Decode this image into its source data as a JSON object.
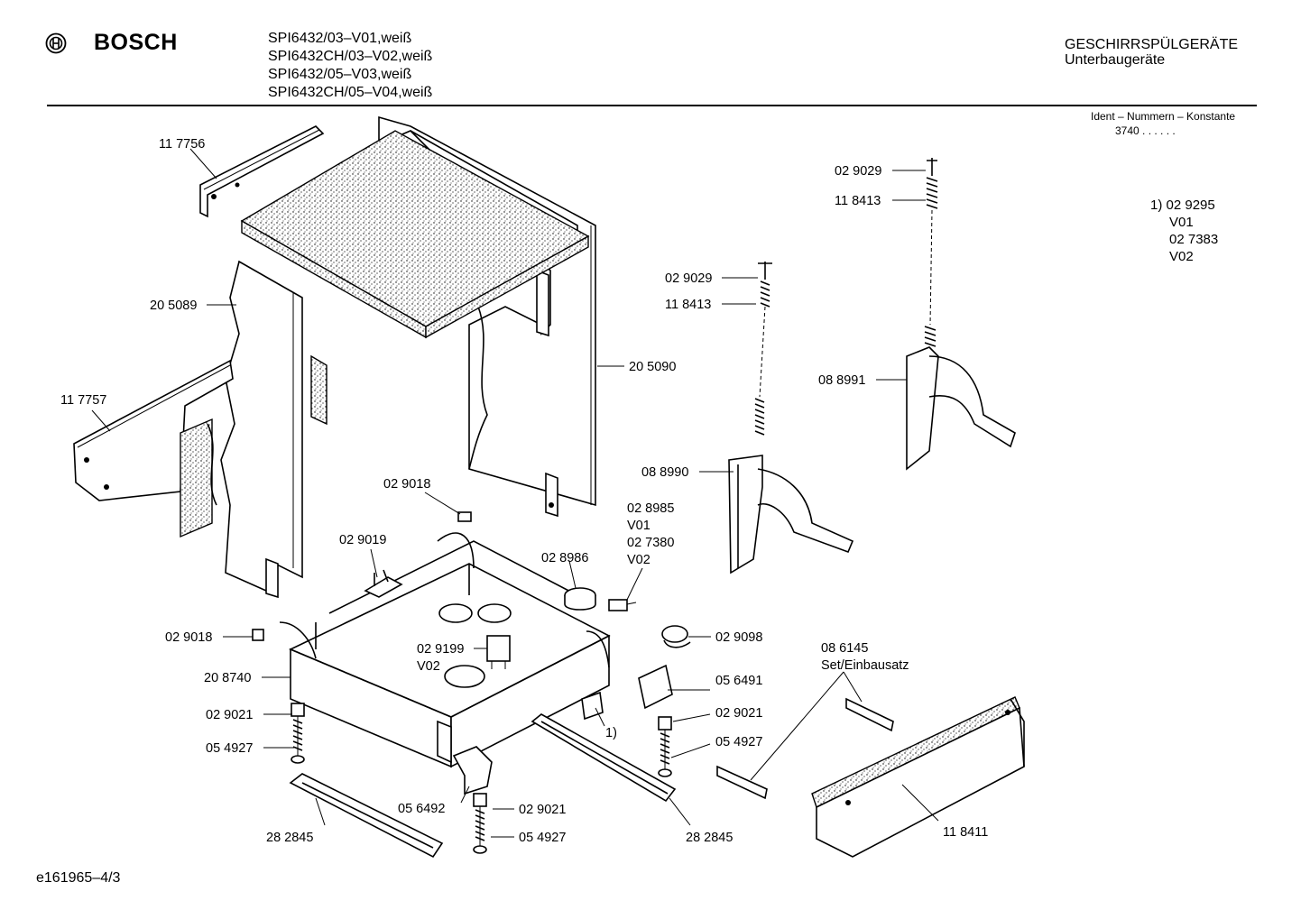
{
  "header": {
    "brand": "BOSCH",
    "models": [
      "SPI6432/03–V01,weiß",
      "SPI6432CH/03–V02,weiß",
      "SPI6432/05–V03,weiß",
      "SPI6432CH/05–V04,weiß"
    ],
    "category": "GESCHIRRSPÜLGERÄTE",
    "subcategory": "Unterbaugeräte",
    "ident_label": "Ident – Nummern – Konstante",
    "ident_value": "3740 . .   . . . ."
  },
  "footnote": {
    "lines": [
      "1) 02 9295",
      "V01",
      "02 7383",
      "V02"
    ]
  },
  "footer": {
    "doc_id": "e161965–4/3"
  },
  "labels": {
    "l117756": "11 7756",
    "l205089": "20 5089",
    "l117757": "11 7757",
    "l205090": "20 5090",
    "l029029a": "02 9029",
    "l118413a": "11 8413",
    "l029029b": "02 9029",
    "l118413b": "11 8413",
    "l088991": "08 8991",
    "l088990": "08 8990",
    "l029018a": "02 9018",
    "l029019": "02 9019",
    "l028986": "02 8986",
    "l028985": [
      "02 8985",
      "V01",
      "02 7380",
      "V02"
    ],
    "l029018b": "02 9018",
    "l029199": [
      "02 9199",
      "V02"
    ],
    "l029098": "02 9098",
    "l208740": "20 8740",
    "l086145": [
      "08 6145",
      "Set/Einbausatz"
    ],
    "l056491": "05 6491",
    "l029021a": "02 9021",
    "l029021b": "02 9021",
    "l054927a": "05 4927",
    "l054927b": "05 4927",
    "l1": "1)",
    "l056492": "05 6492",
    "l029021c": "02 9021",
    "l054927c": "05 4927",
    "l282845a": "28 2845",
    "l282845b": "28 2845",
    "l118411": "11 8411"
  }
}
